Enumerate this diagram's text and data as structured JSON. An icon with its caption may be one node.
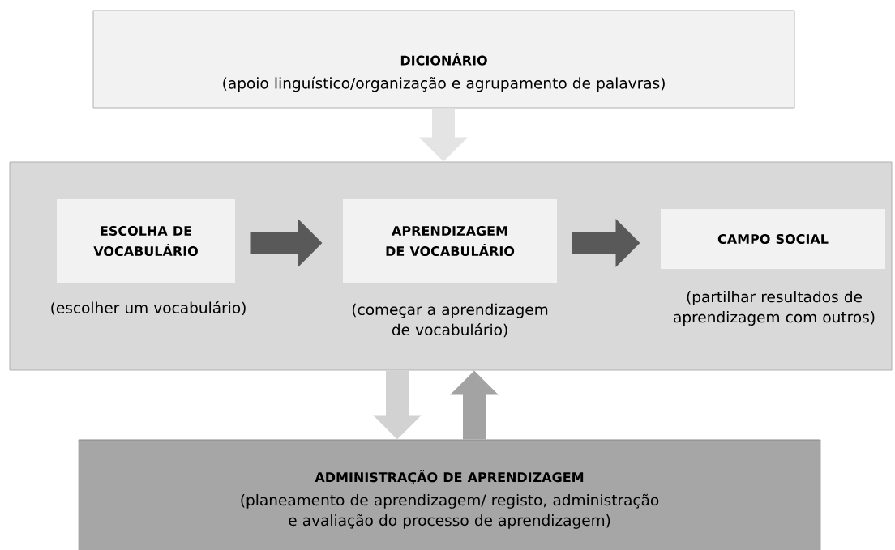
{
  "diagram": {
    "nodes": [
      {
        "text": [
          "DICIONÁRIO",
          "(apoio linguístico/organização e agrupamento de palavras)"
        ]
      },
      {
        "text": [],
        "shape": "box"
      },
      {
        "text": [
          "ESCOLHA DE VOCABULÁRIO"
        ],
        "in": 1,
        "beside": [
          "(escolher um vocabulário)"
        ]
      },
      {
        "text": [
          "APRENDIZAGEM DE VOCABULÁRIO"
        ],
        "in": 1,
        "beside": [
          "(começar a aprendizagem de vocabulário)"
        ]
      },
      {
        "text": [
          "CAMPO SOCIAL"
        ],
        "in": 1,
        "beside": [
          "(partilhar resultados de aprendizagem com outros)"
        ]
      },
      {
        "text": [
          "ADMINISTRAÇÃO DE APRENDIZAGEM",
          "(planeamento de aprendizagem/ registo, administração e avaliação do processo de aprendizagem)"
        ]
      }
    ],
    "edges": [
      {
        "from": 0,
        "to": 1,
        "arrow": "to",
        "color": "#e4e4e4"
      },
      {
        "from": 2,
        "to": 3,
        "arrow": "to"
      },
      {
        "from": 3,
        "to": 4,
        "arrow": "to"
      },
      {
        "from": 1,
        "to": 5,
        "arrow": "to",
        "color": "#d2d2d2"
      },
      {
        "from": 5,
        "to": 1,
        "arrow": "to",
        "color": "#a3a3a3"
      }
    ]
  }
}
